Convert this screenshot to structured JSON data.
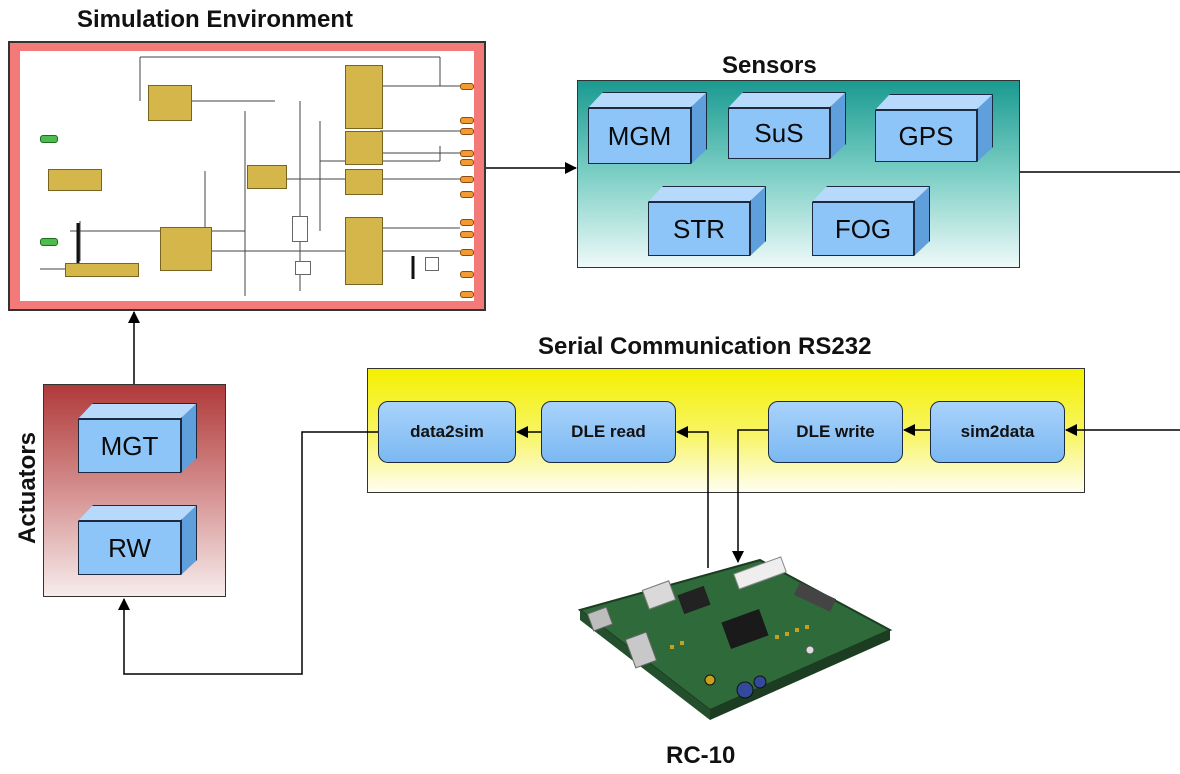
{
  "titles": {
    "simulation": "Simulation Environment",
    "sensors": "Sensors",
    "serial": "Serial Communication RS232",
    "actuators": "Actuators"
  },
  "sensors": [
    "MGM",
    "SuS",
    "GPS",
    "STR",
    "FOG"
  ],
  "actuators": [
    "MGT",
    "RW"
  ],
  "serial_blocks": [
    "data2sim",
    "DLE read",
    "DLE write",
    "sim2data"
  ],
  "board": {
    "caption": "RC-10"
  },
  "colors": {
    "sim_frame": "#f47a7a",
    "sensor_bg": "#1a9a90",
    "serial_bg": "#f4f000",
    "actuator_bg": "#b03a3a",
    "cube": "#8ec5f8",
    "simulink_block": "#d4b64a"
  }
}
